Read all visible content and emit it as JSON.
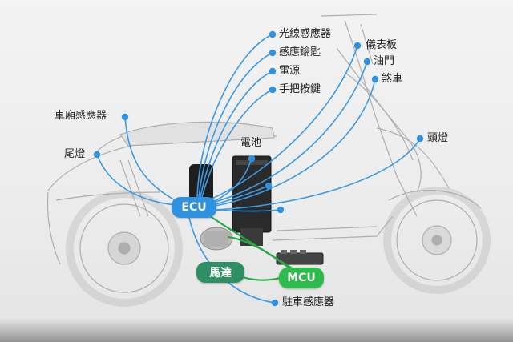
{
  "colors": {
    "blue_line": "#3a9ae6",
    "blue_node": "#2f92e0",
    "ecu_fill": "#2f92e0",
    "green_line": "#27a844",
    "mcu_fill": "#2dbb4b",
    "motor_fill": "#2d8f63"
  },
  "nodes": {
    "ecu": "ECU",
    "mcu": "MCU",
    "motor": "馬達"
  },
  "labels": {
    "light_sensor": "光線感應器",
    "key_sensor": "感應鑰匙",
    "power": "電源",
    "handle_buttons": "手把按鍵",
    "dashboard": "儀表板",
    "throttle": "油門",
    "brake": "煞車",
    "trunk_sensor": "車廂感應器",
    "tail_light": "尾燈",
    "battery": "電池",
    "headlight": "頭燈",
    "kickstand_sensor": "駐車感應器"
  }
}
